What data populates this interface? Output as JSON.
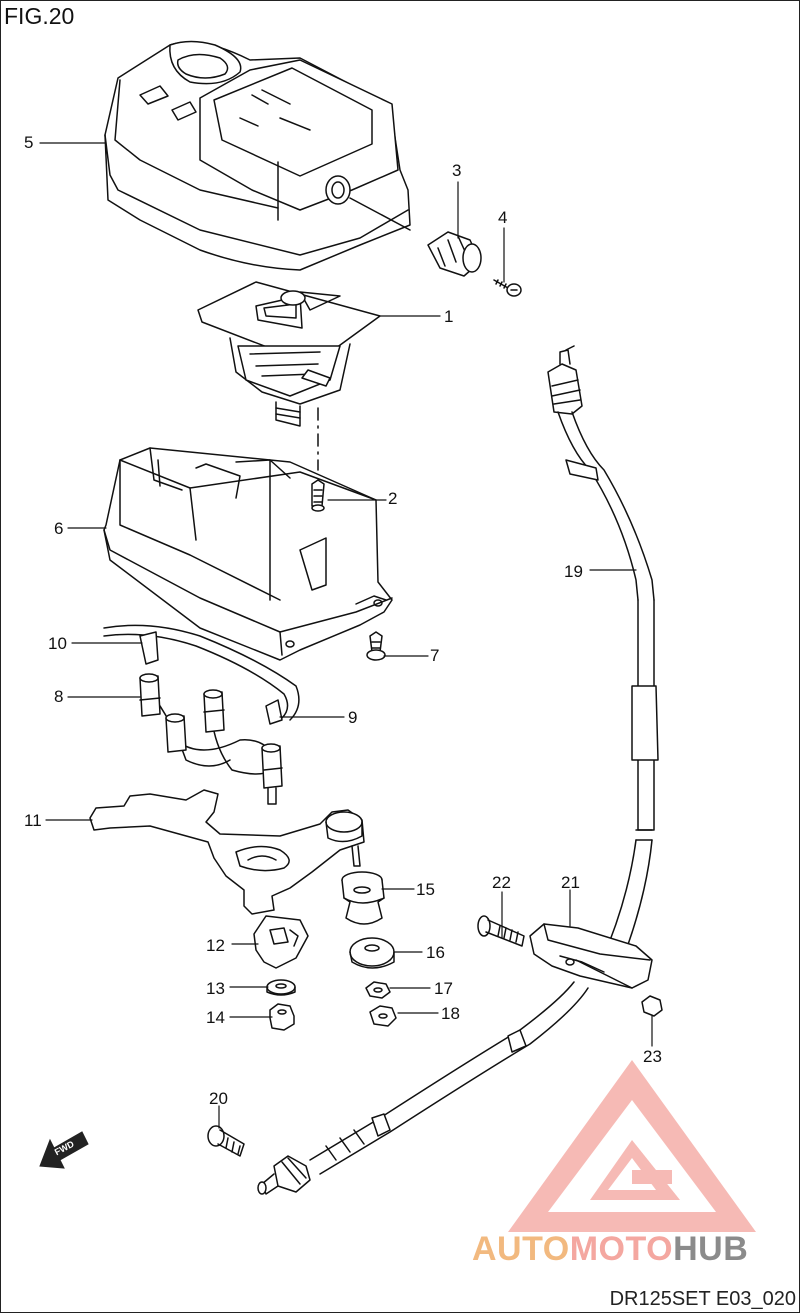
{
  "figure": {
    "title": "FIG.20",
    "code": "DR125SET E03_020",
    "fwd_label": "FWD"
  },
  "callouts": [
    {
      "id": "c1",
      "text": "1"
    },
    {
      "id": "c2",
      "text": "2"
    },
    {
      "id": "c3",
      "text": "3"
    },
    {
      "id": "c4",
      "text": "4"
    },
    {
      "id": "c5",
      "text": "5"
    },
    {
      "id": "c6",
      "text": "6"
    },
    {
      "id": "c7",
      "text": "7"
    },
    {
      "id": "c8",
      "text": "8"
    },
    {
      "id": "c9",
      "text": "9"
    },
    {
      "id": "c10",
      "text": "10"
    },
    {
      "id": "c11",
      "text": "11"
    },
    {
      "id": "c12",
      "text": "12"
    },
    {
      "id": "c13",
      "text": "13"
    },
    {
      "id": "c14",
      "text": "14"
    },
    {
      "id": "c15",
      "text": "15"
    },
    {
      "id": "c16",
      "text": "16"
    },
    {
      "id": "c17",
      "text": "17"
    },
    {
      "id": "c18",
      "text": "18"
    },
    {
      "id": "c19",
      "text": "19"
    },
    {
      "id": "c20",
      "text": "20"
    },
    {
      "id": "c21",
      "text": "21"
    },
    {
      "id": "c22",
      "text": "22"
    },
    {
      "id": "c23",
      "text": "23"
    }
  ],
  "watermark": {
    "part1": "AUTO",
    "part2": "MOTO",
    "part3": "HUB",
    "colors": {
      "auto": "#f2b97f",
      "moto": "#f4a7a0",
      "hub": "#8b8b8b",
      "logo": "#f4a09a"
    }
  }
}
